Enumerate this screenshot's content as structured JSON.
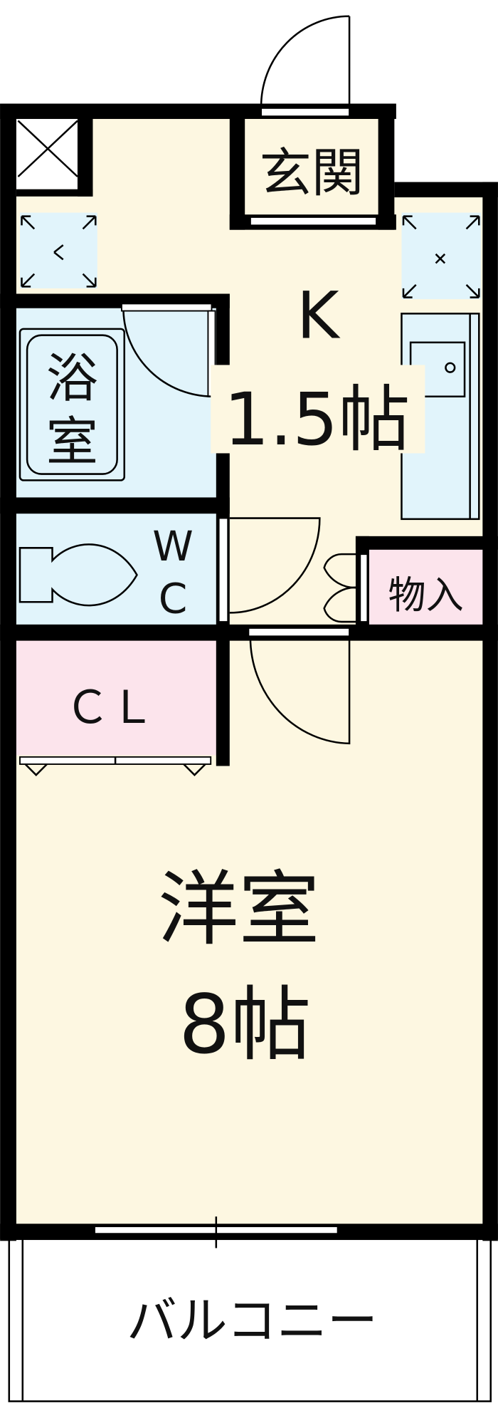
{
  "rooms": {
    "entrance": "玄関",
    "kitchen_label": "K",
    "kitchen_size": "1.5帖",
    "bath_line1": "浴",
    "bath_line2": "室",
    "wc_line1": "W",
    "wc_line2": "C",
    "storage": "物入",
    "closet": "ＣＬ",
    "western_room": "洋室",
    "western_room_size": "8帖",
    "balcony": "バルコニー"
  },
  "colors": {
    "floor": "#fdf7e1",
    "wet_area": "#e1f4fb",
    "storage": "#fce4ec",
    "wall": "#000000"
  }
}
